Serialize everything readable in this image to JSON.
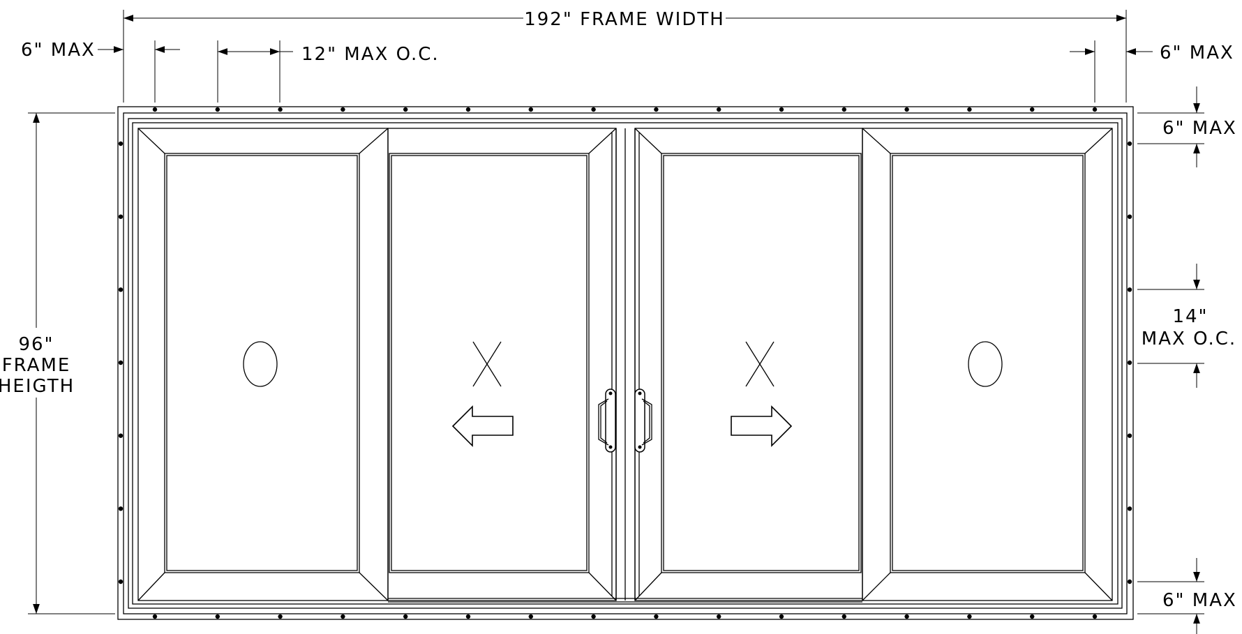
{
  "dimensions": {
    "frame_width": "192\" FRAME WIDTH",
    "frame_height_value": "96\"",
    "frame_height_line1": "FRAME",
    "frame_height_line2": "HEIGTH",
    "top_left_edge": "6\" MAX",
    "top_spacing": "12\" MAX O.C.",
    "top_right_edge": "6\" MAX",
    "right_top_edge": "6\" MAX",
    "right_spacing_value": "14\"",
    "right_spacing_label": "MAX O.C.",
    "right_bottom_edge": "6\" MAX"
  },
  "panels": [
    {
      "name": "fixed-left",
      "operation": "fixed",
      "symbol": "O"
    },
    {
      "name": "slider-left",
      "operation": "operable",
      "symbol": "X",
      "arrow": "left"
    },
    {
      "name": "slider-right",
      "operation": "operable",
      "symbol": "X",
      "arrow": "right"
    },
    {
      "name": "fixed-right",
      "operation": "fixed",
      "symbol": "O"
    }
  ],
  "fasteners": {
    "top_count": 16,
    "bottom_count": 16,
    "left_count": 7,
    "right_count": 7
  },
  "colors": {
    "line": "#000000",
    "background": "#ffffff"
  }
}
